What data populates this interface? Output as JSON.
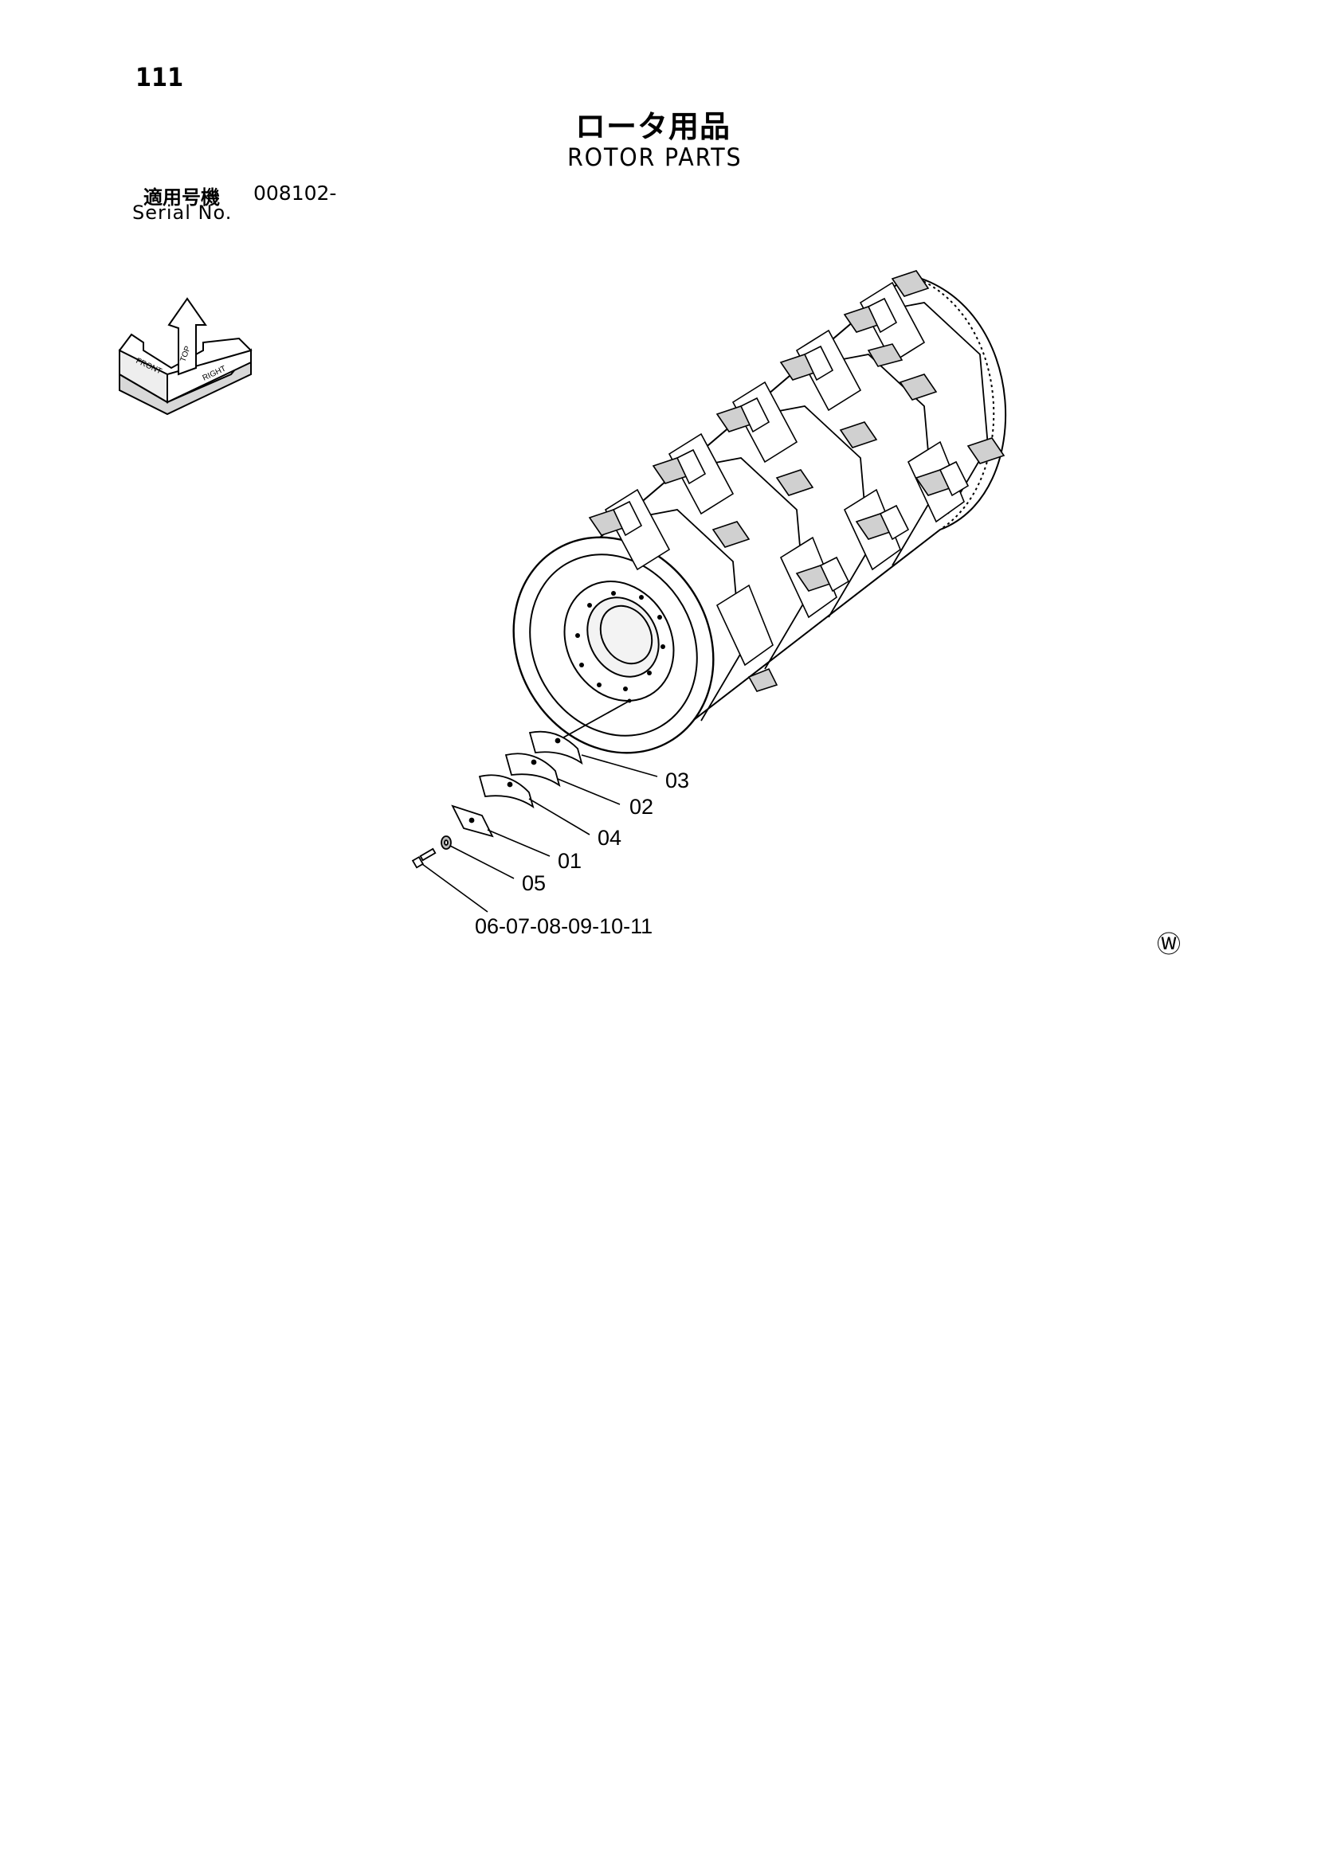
{
  "page": {
    "number": "111",
    "title_ja": "ロータ用品",
    "title_en": "ROTOR PARTS",
    "serial_label_ja": "適用号機",
    "serial_value": "008102-",
    "serial_label_en": "Serial No."
  },
  "orientation_icon": {
    "icon": "orientation-arrows-icon",
    "labels": [
      "FRONT",
      "TOP",
      "RIGHT"
    ]
  },
  "callouts": [
    "03",
    "02",
    "04",
    "01",
    "05",
    "06-07-08-09-10-11"
  ],
  "mark": "Ⓦ"
}
